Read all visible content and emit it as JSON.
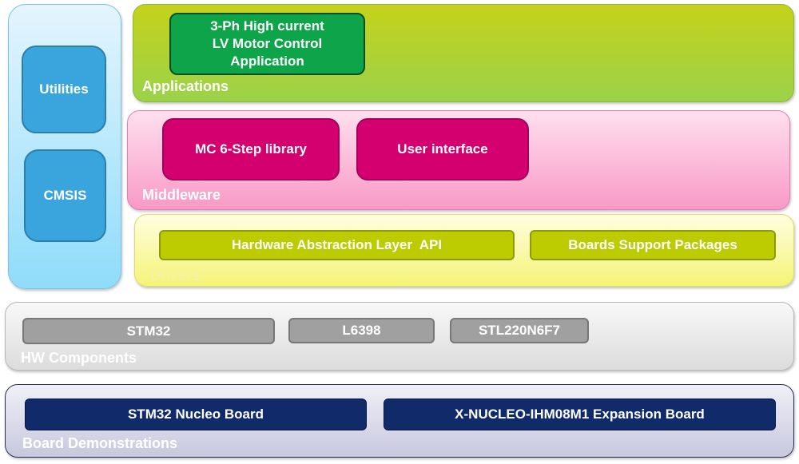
{
  "side": {
    "utilities": "Utilities",
    "cmsis": "CMSIS"
  },
  "applications": {
    "label": "Applications",
    "items": [
      "3-Ph High current",
      "LV Motor Control",
      "Application"
    ]
  },
  "middleware": {
    "label": "Middleware",
    "items": [
      "MC 6-Step library",
      "User interface"
    ]
  },
  "drivers": {
    "label": "Drivers",
    "items": [
      "Hardware Abstraction Layer  API",
      "Boards Support Packages"
    ]
  },
  "hw_components": {
    "label": "HW Components",
    "items": [
      "STM32",
      "L6398",
      "STL220N6F7"
    ]
  },
  "board_demonstrations": {
    "label": "Board Demonstrations",
    "items": [
      "STM32 Nucleo Board",
      "X-NUCLEO-IHM08M1 Expansion Board"
    ]
  }
}
